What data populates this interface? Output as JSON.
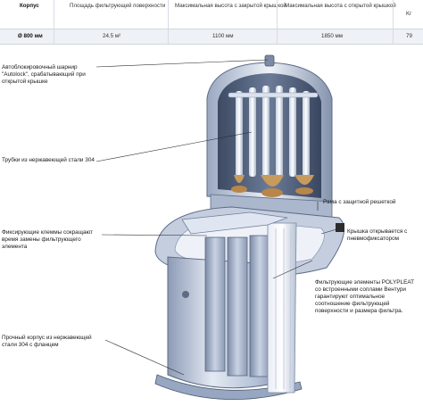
{
  "table": {
    "headers": {
      "housing": "Корпус",
      "area": "Площадь фильтрующей поверхности",
      "height_closed": "Максимальная высота с закрытой крышкой",
      "height_open": "Максимальная высота с открытой крышкой",
      "weight": "Kг"
    },
    "values": {
      "housing": "Ø 800 мм",
      "area": "24.5 м²",
      "height_closed": "1100 мм",
      "height_open": "1850 мм",
      "weight": "79"
    }
  },
  "callouts": {
    "autolock": [
      "Автоблокировочный шарнир",
      "\"Autolock\", срабатывающий при",
      "открытой крышке"
    ],
    "tubes": [
      "Трубки из нержавеющей стали 304"
    ],
    "frame": [
      "Рама с защитной решеткой"
    ],
    "clamps": [
      "Фиксирующие клеммы сокращают",
      "время замены фильтрующего",
      "элемента"
    ],
    "lid": [
      "Крышка открывается с",
      "пневмофиксатором"
    ],
    "elements": [
      "Фильтрующие элементы POLYPLEAT",
      "со встроенными соплами Вентури",
      "гарантируют оптимальное",
      "соотношение фильтрующей",
      "поверхности и размера фильтра."
    ],
    "body": [
      "Прочный корпус из нержавеющей",
      "стали 304 с фланцем"
    ]
  },
  "colors": {
    "steel_light": "#dfe6f2",
    "steel_mid": "#a9b7cf",
    "steel_dark": "#56657f",
    "nozzle": "#c79a5e",
    "line": "#2b2b2b"
  }
}
